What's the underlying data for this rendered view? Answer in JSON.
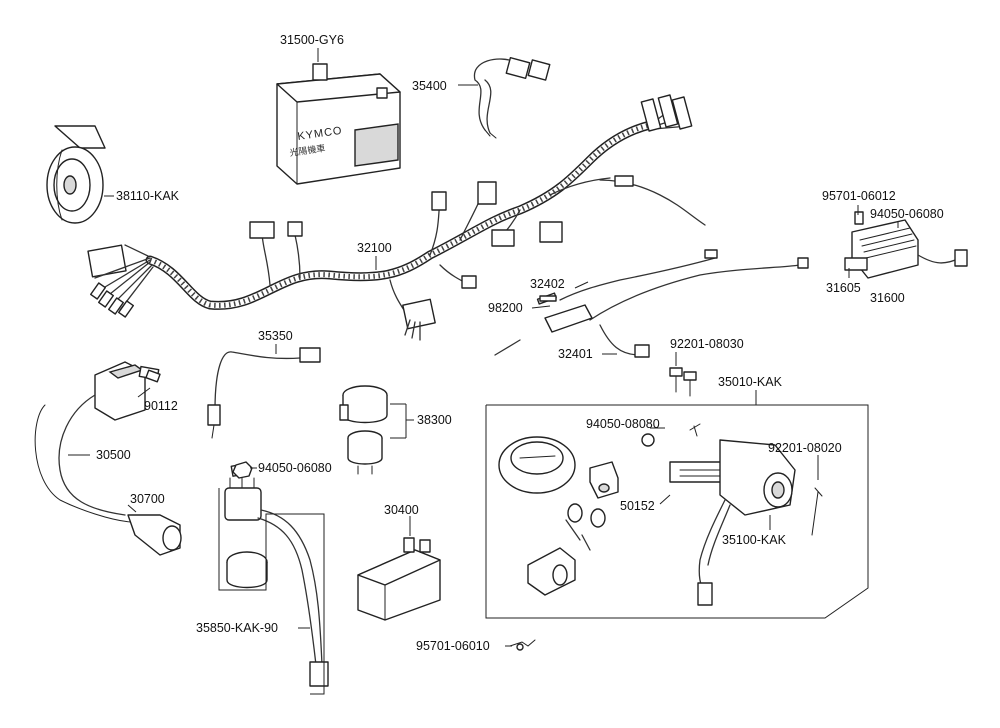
{
  "battery": {
    "brand": "KYMCO",
    "subtext": "光陽機車"
  },
  "labels": {
    "battery": "31500-GY6",
    "harness_35400": "35400",
    "horn": "38110-KAK",
    "main_harness": "32100",
    "bolt_95701_06012": "95701-06012",
    "nut_94050_06080_top": "94050-06080",
    "regulator_31605": "31605",
    "regulator_31600": "31600",
    "cable_32402": "32402",
    "fuse_98200": "98200",
    "cable_32401": "32401",
    "sensor_35350": "35350",
    "bolt_92201_08030": "92201-08030",
    "lock_set": "35010-KAK",
    "coil_90112": "90112",
    "switch_38300": "38300",
    "nut_94050_08080": "94050-08080",
    "bolt_92201_08020": "92201-08020",
    "cable_30500": "30500",
    "nut_94050_06080_bottom": "94050-06080",
    "plug_cap_30700": "30700",
    "cdi_30400": "30400",
    "bracket_50152": "50152",
    "ignition_35100": "35100-KAK",
    "relay_35850": "35850-KAK-90",
    "bolt_95701_06010": "95701-06010"
  }
}
